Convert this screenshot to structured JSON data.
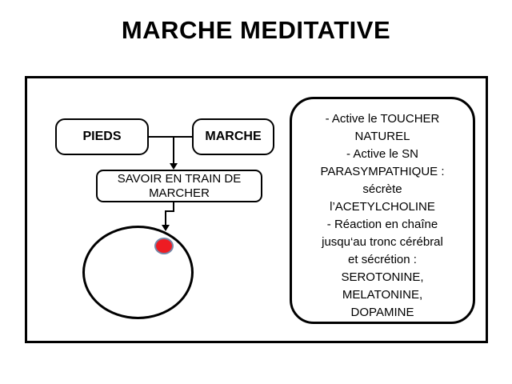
{
  "slide": {
    "title": "MARCHE MEDITATIVE"
  },
  "flowchart": {
    "pieds_label": "PIEDS",
    "marche_label": "MARCHE",
    "savoir_label": "SAVOIR EN TRAIN DE\nMARCHER"
  },
  "info_box": {
    "lines": [
      "- Active le TOUCHER",
      "NATUREL",
      "- Active le SN",
      "PARASYMPATHIQUE :",
      "sécrète",
      "l’ACETYLCHOLINE",
      "- Réaction en chaîne",
      "jusqu‘au tronc cérébral",
      "et sécrétion :",
      "SEROTONINE,",
      "MELATONINE,",
      "DOPAMINE"
    ]
  },
  "colors": {
    "ink": "#000000",
    "background": "#ffffff",
    "dot_fill": "#ee1c23",
    "dot_border": "#7486a6"
  }
}
